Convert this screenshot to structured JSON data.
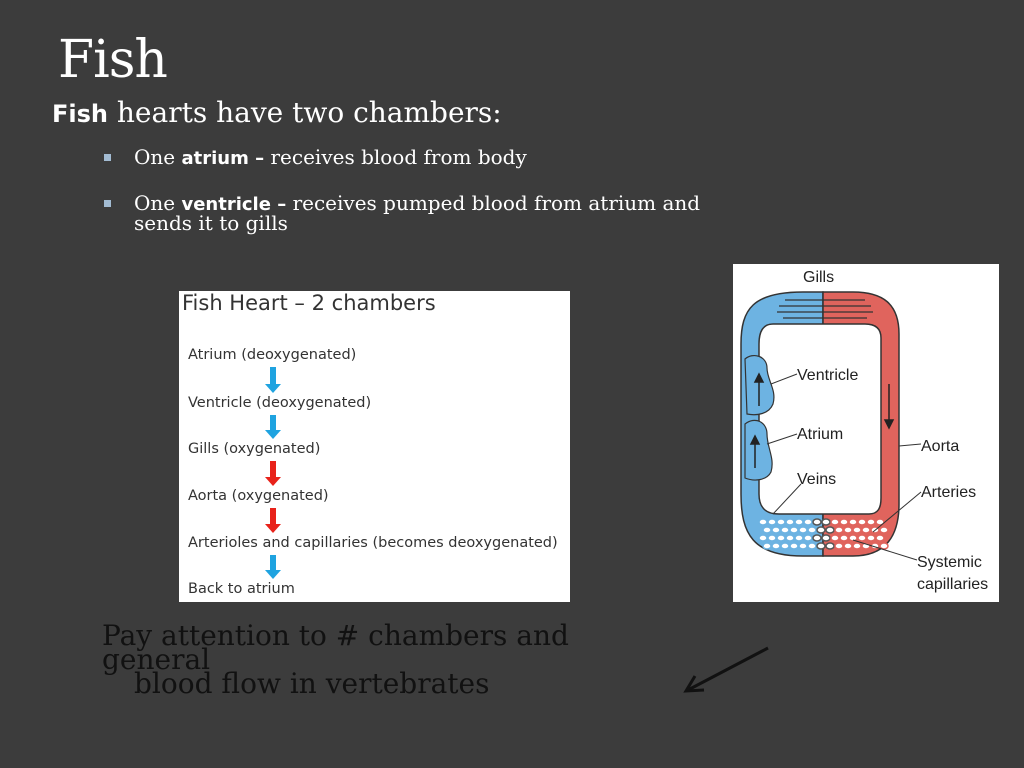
{
  "slide": {
    "title": "Fish",
    "subtitle_bold": "Fish",
    "subtitle_rest": " hearts have two chambers:",
    "bullets": [
      {
        "prefix": "One ",
        "bold": "atrium –",
        "rest": " receives blood from body"
      },
      {
        "prefix": "One ",
        "bold": "ventricle –",
        "rest": " receives pumped blood from atrium and sends it to gills"
      }
    ],
    "note_line1": "Pay attention to # chambers and general",
    "note_line2": "blood flow in vertebrates"
  },
  "flow_panel": {
    "title": "Fish Heart – 2 chambers",
    "steps": [
      {
        "label": "Atrium (deoxygenated)",
        "arrow_color": "#1fa3e0"
      },
      {
        "label": "Ventricle (deoxygenated)",
        "arrow_color": "#1fa3e0"
      },
      {
        "label": "Gills (oxygenated)",
        "arrow_color": "#e8221a"
      },
      {
        "label": "Aorta (oxygenated)",
        "arrow_color": "#e8221a"
      },
      {
        "label": "Arterioles and capillaries (becomes deoxygenated)",
        "arrow_color": "#1fa3e0"
      },
      {
        "label": "Back to atrium"
      }
    ]
  },
  "diagram": {
    "labels": {
      "gills": "Gills",
      "ventricle": "Ventricle",
      "atrium": "Atrium",
      "veins": "Veins",
      "aorta": "Aorta",
      "arteries": "Arteries",
      "capillaries_1": "Systemic",
      "capillaries_2": "capillaries"
    },
    "colors": {
      "deoxygenated": "#6db3e2",
      "oxygenated": "#e0645d"
    }
  }
}
